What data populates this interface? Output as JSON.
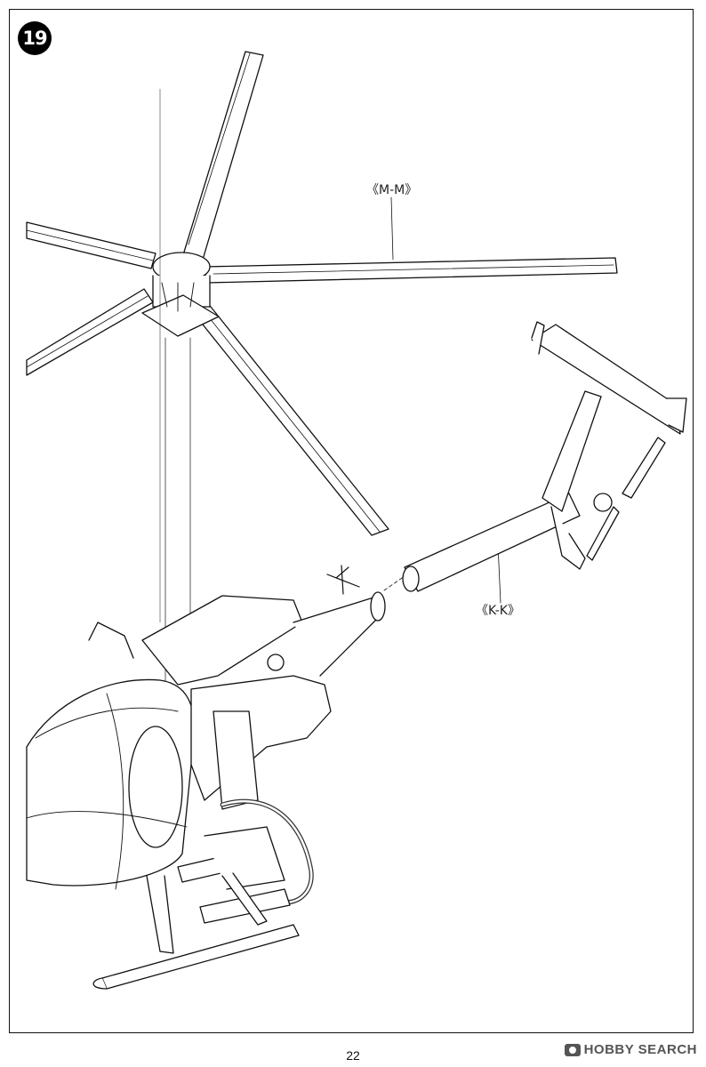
{
  "step": {
    "number": "19"
  },
  "labels": {
    "main_rotor": "《M-M》",
    "tail_boom": "《K-K》"
  },
  "footer": {
    "page_number": "22",
    "watermark": "HOBBY SEARCH"
  }
}
